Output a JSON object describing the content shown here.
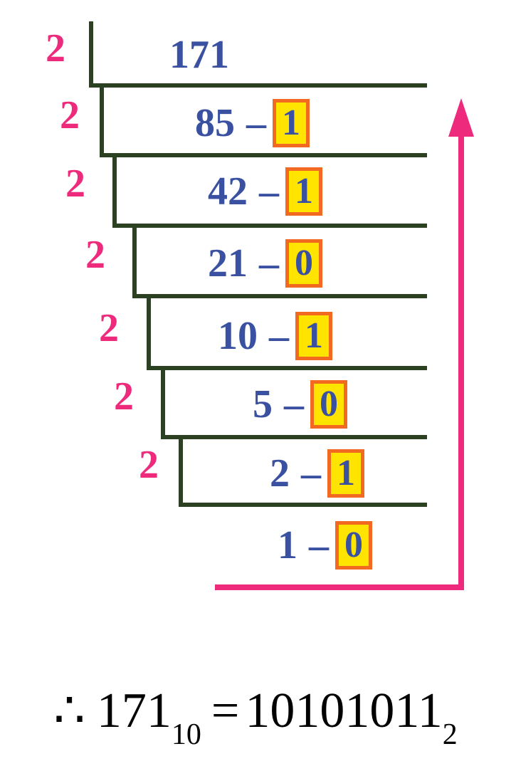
{
  "diagram": {
    "description": "Successive division by 2 ladder converting decimal 171 to binary",
    "dash": "–",
    "rows": [
      {
        "divisor": "2",
        "quotient": "171",
        "remainder": ""
      },
      {
        "divisor": "2",
        "quotient": "85",
        "remainder": "1"
      },
      {
        "divisor": "2",
        "quotient": "42",
        "remainder": "1"
      },
      {
        "divisor": "2",
        "quotient": "21",
        "remainder": "0"
      },
      {
        "divisor": "2",
        "quotient": "10",
        "remainder": "1"
      },
      {
        "divisor": "2",
        "quotient": "5",
        "remainder": "0"
      },
      {
        "divisor": "2",
        "quotient": "2",
        "remainder": "1"
      },
      {
        "divisor": "",
        "quotient": "1",
        "remainder": "0"
      }
    ],
    "result": {
      "therefore_symbol": "∴",
      "decimal_value": "171",
      "decimal_base": "10",
      "equals": "=",
      "binary_value": "10101011",
      "binary_base": "2"
    },
    "colors": {
      "divisor_pink": "#EE2A7C",
      "bracket_green": "#2B4121",
      "number_blue": "#3A51A2",
      "box_fill_yellow": "#FFE400",
      "box_border_orange": "#F26A21",
      "arrow_pink": "#EE2A7C",
      "result_black": "#000000"
    }
  }
}
